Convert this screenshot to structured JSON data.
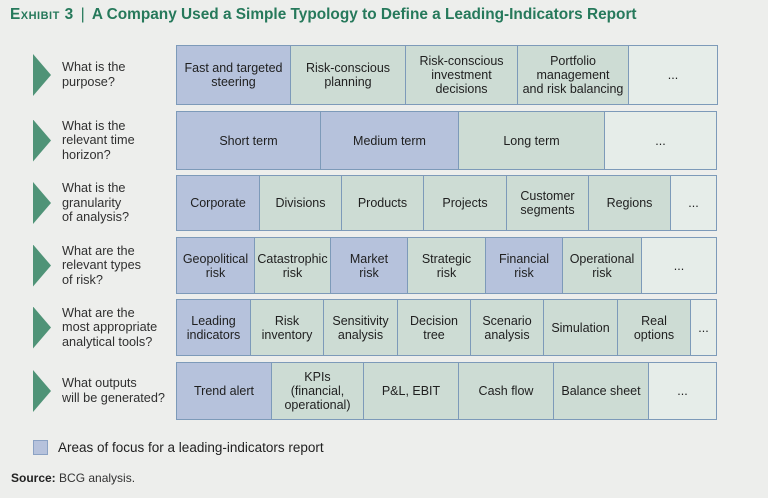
{
  "title": {
    "exhibit": "Exhibit 3",
    "separator": "|",
    "text": "A Company Used a Simple Typology to Define a Leading-Indicators Report"
  },
  "colors": {
    "focus_cell": "#b6c2dc",
    "option_cell": "#cddcd4",
    "etc_cell": "#e6ede9",
    "cell_border": "#7d9ab9",
    "arrow": "#4f9377",
    "title_text": "#26795b"
  },
  "rows": [
    {
      "id": "purpose",
      "label": "What is the\npurpose?",
      "cells": [
        {
          "text": "Fast and targeted\nsteering",
          "type": "focus"
        },
        {
          "text": "Risk-conscious\nplanning",
          "type": "option"
        },
        {
          "text": "Risk-conscious\ninvestment\ndecisions",
          "type": "option"
        },
        {
          "text": "Portfolio\nmanagement\nand risk balancing",
          "type": "option"
        },
        {
          "text": "...",
          "type": "etc"
        }
      ]
    },
    {
      "id": "time-horizon",
      "label": "What is the\nrelevant time\nhorizon?",
      "cells": [
        {
          "text": "Short term",
          "type": "focus"
        },
        {
          "text": "Medium term",
          "type": "focus"
        },
        {
          "text": "Long term",
          "type": "option"
        },
        {
          "text": "...",
          "type": "etc"
        }
      ]
    },
    {
      "id": "granularity",
      "label": "What is the\ngranularity\nof analysis?",
      "cells": [
        {
          "text": "Corporate",
          "type": "focus"
        },
        {
          "text": "Divisions",
          "type": "option"
        },
        {
          "text": "Products",
          "type": "option"
        },
        {
          "text": "Projects",
          "type": "option"
        },
        {
          "text": "Customer\nsegments",
          "type": "option"
        },
        {
          "text": "Regions",
          "type": "option"
        },
        {
          "text": "...",
          "type": "etc"
        }
      ]
    },
    {
      "id": "risk-types",
      "label": "What are the\nrelevant types\nof risk?",
      "cells": [
        {
          "text": "Geopolitical\nrisk",
          "type": "focus"
        },
        {
          "text": "Catastrophic\nrisk",
          "type": "option"
        },
        {
          "text": "Market\nrisk",
          "type": "focus"
        },
        {
          "text": "Strategic\nrisk",
          "type": "option"
        },
        {
          "text": "Financial\nrisk",
          "type": "focus"
        },
        {
          "text": "Operational\nrisk",
          "type": "option"
        },
        {
          "text": "...",
          "type": "etc"
        }
      ]
    },
    {
      "id": "analytical-tools",
      "label": "What are the\nmost appropriate\nanalytical tools?",
      "cells": [
        {
          "text": "Leading\nindicators",
          "type": "focus"
        },
        {
          "text": "Risk\ninventory",
          "type": "option"
        },
        {
          "text": "Sensitivity\nanalysis",
          "type": "option"
        },
        {
          "text": "Decision\ntree",
          "type": "option"
        },
        {
          "text": "Scenario\nanalysis",
          "type": "option"
        },
        {
          "text": "Simulation",
          "type": "option"
        },
        {
          "text": "Real\noptions",
          "type": "option"
        },
        {
          "text": "...",
          "type": "etc"
        }
      ]
    },
    {
      "id": "outputs",
      "label": "What outputs\nwill be generated?",
      "cells": [
        {
          "text": "Trend alert",
          "type": "focus"
        },
        {
          "text": "KPIs\n(financial,\noperational)",
          "type": "option"
        },
        {
          "text": "P&L, EBIT",
          "type": "option"
        },
        {
          "text": "Cash flow",
          "type": "option"
        },
        {
          "text": "Balance sheet",
          "type": "option"
        },
        {
          "text": "...",
          "type": "etc"
        }
      ]
    }
  ],
  "legend": {
    "text": "Areas of focus for a leading-indicators report"
  },
  "source": {
    "label": "Source:",
    "text": " BCG analysis."
  }
}
